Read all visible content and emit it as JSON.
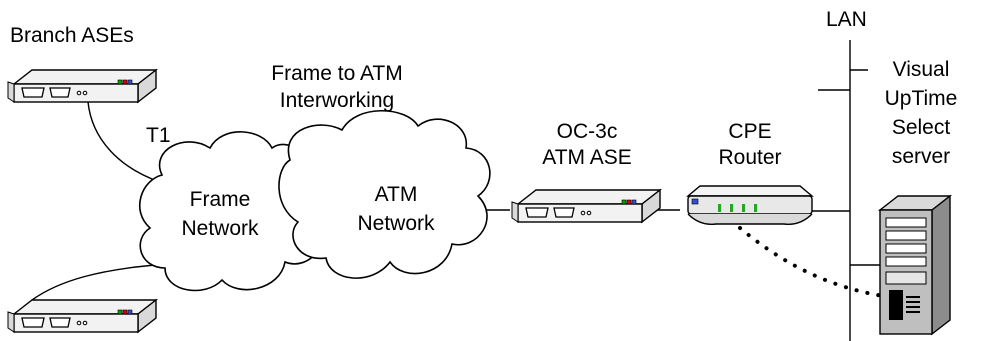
{
  "labels": {
    "branch_ases": "Branch ASEs",
    "t1": "T1",
    "interworking_line1": "Frame to ATM",
    "interworking_line2": "Interworking",
    "frame_line1": "Frame",
    "frame_line2": "Network",
    "atm_line1": "ATM",
    "atm_line2": "Network",
    "oc3c_line1": "OC-3c",
    "oc3c_line2": "ATM ASE",
    "cpe_line1": "CPE",
    "cpe_line2": "Router",
    "lan": "LAN",
    "server_line1": "Visual",
    "server_line2": "UpTime",
    "server_line3": "Select",
    "server_line4": "server"
  },
  "colors": {
    "device_fill": "#f2f2f2",
    "device_side": "#d9d9d9",
    "led_green": "#00a000",
    "led_red": "#e00000",
    "led_blue": "#3050d0",
    "router_fill": "#e8e8e8",
    "router_led": "#1faa1f",
    "server_face": "#bfbfbf",
    "server_side": "#8c8c8c",
    "line": "#000000"
  },
  "icons": {
    "branch_ase_top": "ase-device-icon",
    "branch_ase_bottom": "ase-device-icon",
    "oc3c_ase": "ase-device-icon",
    "cpe_router": "router-icon",
    "server": "tower-server-icon",
    "frame_cloud": "cloud-icon",
    "atm_cloud": "cloud-icon"
  }
}
